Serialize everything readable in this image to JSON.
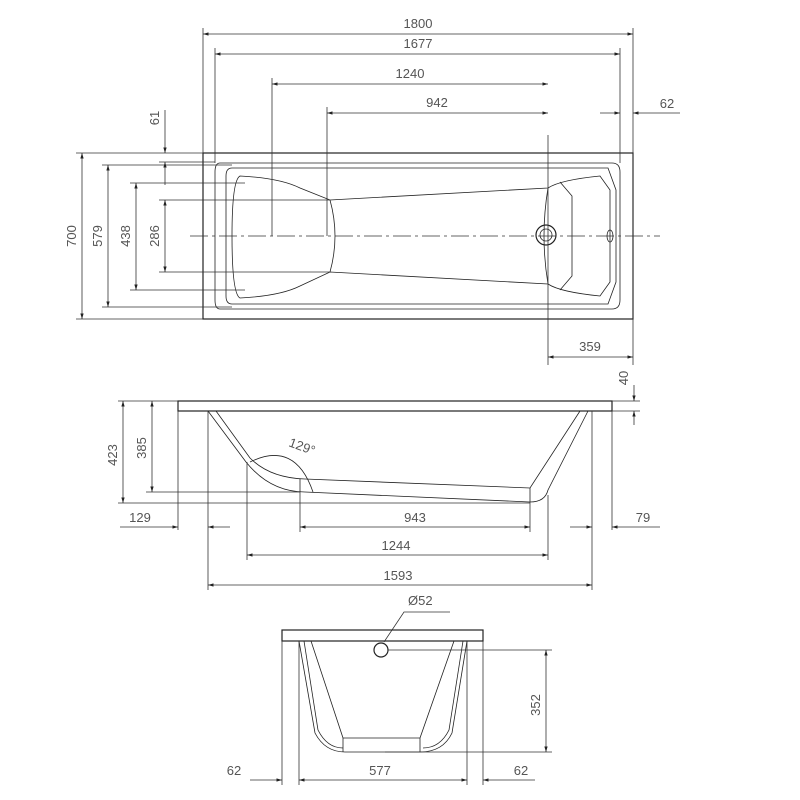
{
  "top_view": {
    "d1800": "1800",
    "d1677": "1677",
    "d1240": "1240",
    "d942": "942",
    "d62": "62",
    "d61": "61",
    "d700": "700",
    "d579": "579",
    "d438": "438",
    "d286": "286",
    "d359": "359"
  },
  "side_view": {
    "d40": "40",
    "d423": "423",
    "d385": "385",
    "angle": "129°",
    "d129": "129",
    "d943": "943",
    "d79": "79",
    "d1244": "1244",
    "d1593": "1593"
  },
  "front_view": {
    "diameter": "Ø52",
    "d352": "352",
    "d62_left": "62",
    "d577": "577",
    "d62_right": "62"
  }
}
